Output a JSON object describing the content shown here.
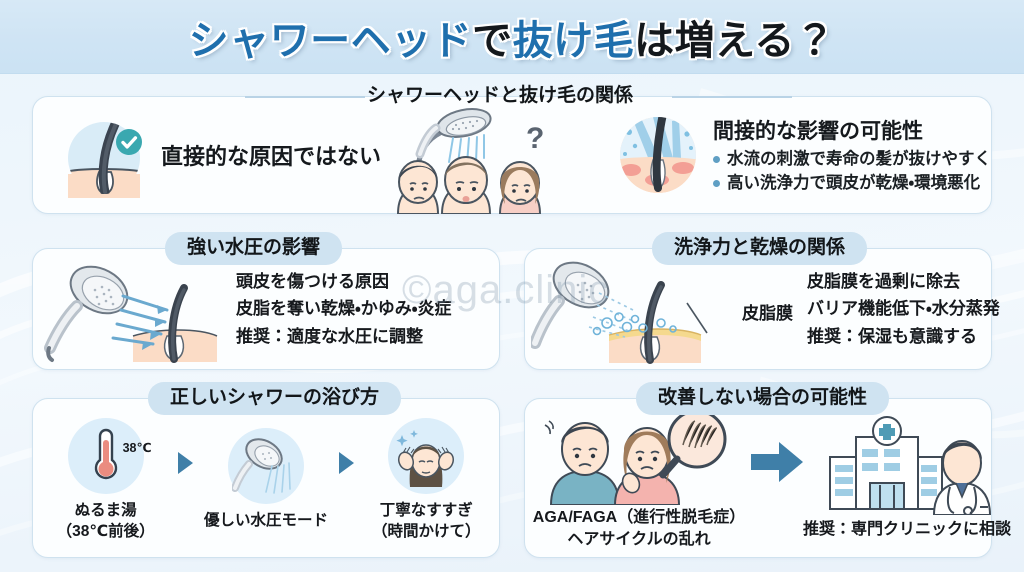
{
  "title": {
    "segments": [
      {
        "text": "シャワーヘッド",
        "color": "#1f6fad"
      },
      {
        "text": "で",
        "color": "#14181c"
      },
      {
        "text": "抜け毛",
        "color": "#1f6fad"
      },
      {
        "text": "は増える？",
        "color": "#14181c"
      }
    ],
    "full": "シャワーヘッドで抜け毛は増える？"
  },
  "watermark": "©aga.clinic",
  "colors": {
    "accent_blue": "#1f6fad",
    "pill_bg": "#cfe3f1",
    "bullet": "#5f9fc4",
    "arrow": "#3f7fa8",
    "check_badge": "#3aa8b0",
    "page_bg": "#eef6fc"
  },
  "panel1": {
    "header": "シャワーヘッドと抜け毛の関係",
    "left_caption": "直接的な原因ではない",
    "left_icon": "healthy-hair-follicle-icon",
    "check_icon": "check-badge-icon",
    "middle_icon": "showerhead-with-three-worried-people-icon",
    "question_mark": "?",
    "right_icon": "irritated-hair-follicle-icon",
    "right_heading": "間接的な影響の可能性",
    "right_bullets": [
      "水流の刺激で寿命の髪が抜けやすく",
      "高い洗浄力で頭皮が乾燥・環境悪化"
    ]
  },
  "panel2": {
    "header": "強い水圧の影響",
    "icon": "showerhead-strong-jets-follicle-icon",
    "lines": [
      "頭皮を傷つける原因",
      "皮脂を奪い乾燥・かゆみ・炎症",
      "推奨：適度な水圧に調整"
    ]
  },
  "panel3": {
    "header": "洗浄力と乾燥の関係",
    "icon": "showerhead-bubbles-follicle-icon",
    "callout_label": "皮脂膜",
    "lines": [
      "皮脂膜を過剰に除去",
      "バリア機能低下・水分蒸発",
      "推奨：保湿も意識する"
    ]
  },
  "panel4": {
    "header": "正しいシャワーの浴び方",
    "steps": [
      {
        "icon": "thermometer-icon",
        "badge": "38℃",
        "label_line1": "ぬるま湯",
        "label_line2": "（38℃前後）"
      },
      {
        "icon": "showerhead-gentle-icon",
        "badge": "",
        "label_line1": "優しい水圧モード",
        "label_line2": ""
      },
      {
        "icon": "woman-rinsing-hair-icon",
        "badge": "",
        "label_line1": "丁寧なすすぎ",
        "label_line2": "（時間かけて）"
      }
    ],
    "arrow_icon": "triangle-right-icon"
  },
  "panel5": {
    "header": "改善しない場合の可能性",
    "left_icon": "worried-man-and-woman-with-magnifier-icon",
    "left_caption_line1": "AGA/FAGA（進行性脱毛症）",
    "left_caption_line2": "ヘアサイクルの乱れ",
    "arrow_icon": "arrow-right-icon",
    "right_icon": "hospital-and-doctor-icon",
    "right_caption": "推奨：専門クリニックに相談"
  }
}
